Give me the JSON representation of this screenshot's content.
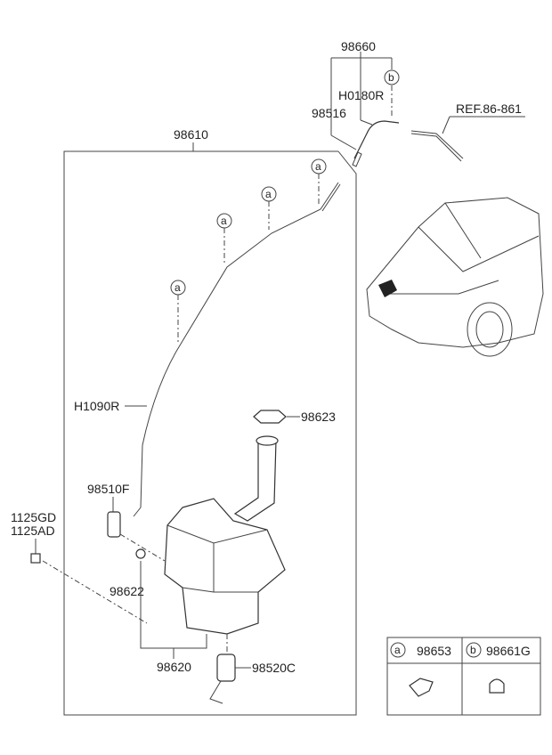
{
  "parts": {
    "washer_hose_assy": "98660",
    "hose_h0180r": "H0180R",
    "nozzle": "98516",
    "reference": "REF.86-861",
    "reservoir_assy": "98610",
    "hose_h1090r": "H1090R",
    "cap": "98623",
    "front_pump": "98510F",
    "bolt_1": "1125GD",
    "bolt_2": "1125AD",
    "grommet": "98622",
    "reservoir": "98620",
    "rear_pump": "98520C"
  },
  "callout_letter_a": "a",
  "callout_letter_b": "b",
  "legend": {
    "a_marker": "a",
    "a_part": "98653",
    "b_marker": "b",
    "b_part": "98661G"
  }
}
